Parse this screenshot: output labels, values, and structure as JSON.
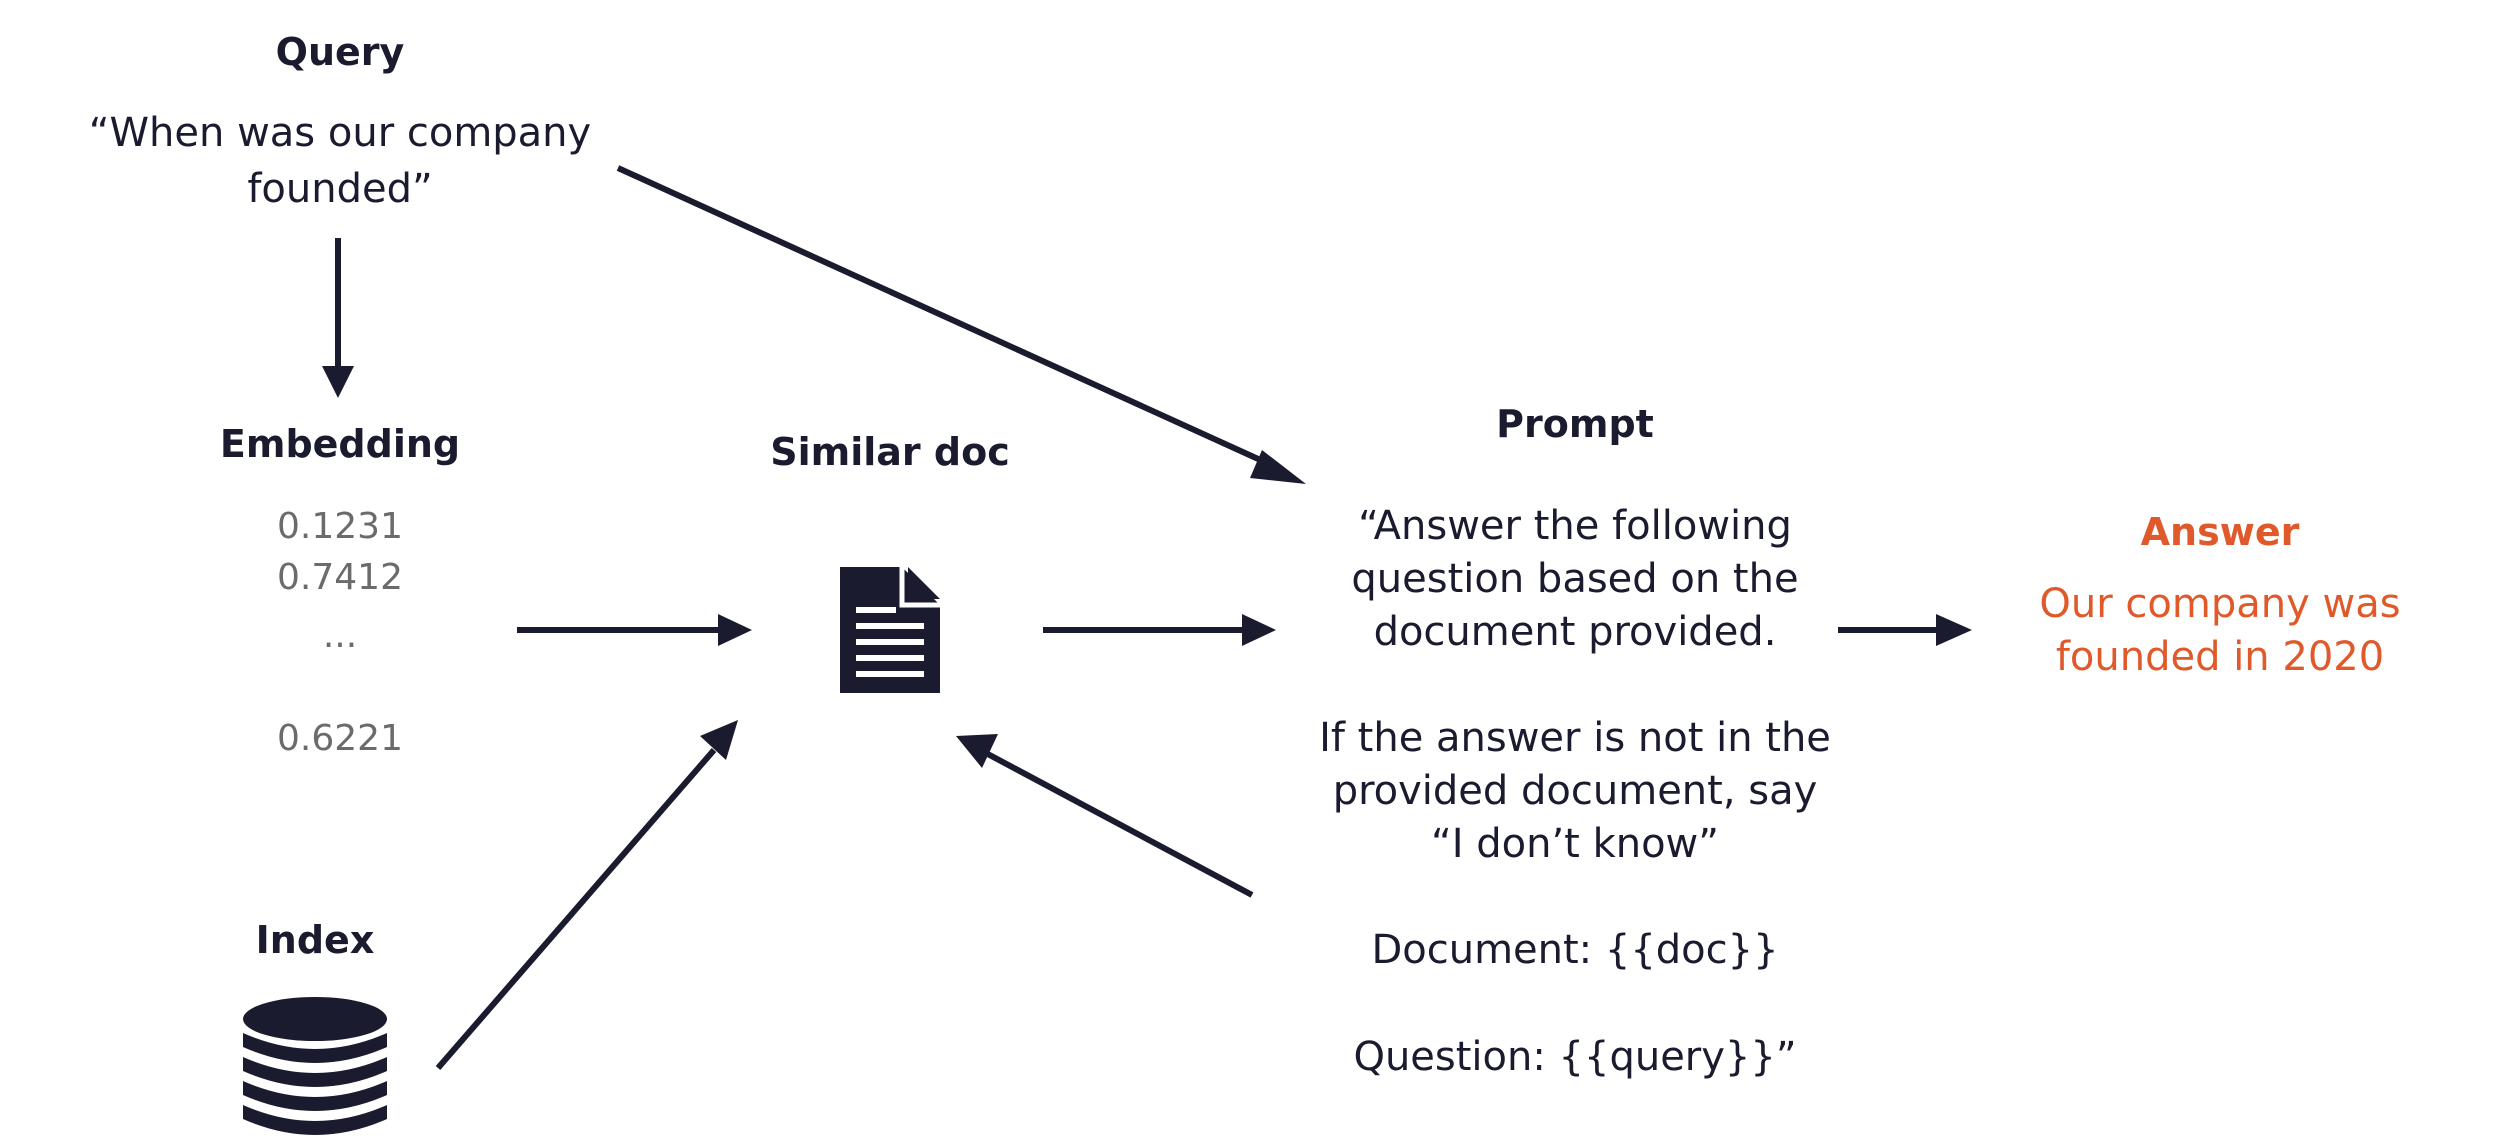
{
  "query": {
    "title": "Query",
    "line1": "“When was our company",
    "line2": "founded”"
  },
  "embedding": {
    "title": "Embedding",
    "values": [
      "0.1231",
      "0.7412",
      "...",
      "0.6221"
    ]
  },
  "index": {
    "title": "Index",
    "icon": "database-icon"
  },
  "similar_doc": {
    "title": "Similar doc",
    "icon": "document-icon"
  },
  "prompt": {
    "title": "Prompt",
    "lines": [
      "“Answer the following",
      "question based on the",
      "document provided.",
      "If the answer is not in the",
      "provided document, say",
      "“I don’t know”",
      "Document: {{doc}}",
      "Question: {{query}}”"
    ]
  },
  "answer": {
    "title": "Answer",
    "line1": "Our company was",
    "line2": "founded in 2020",
    "color": "#e0592a"
  },
  "colors": {
    "ink": "#1a1b2e",
    "muted": "#6b6b6b"
  }
}
